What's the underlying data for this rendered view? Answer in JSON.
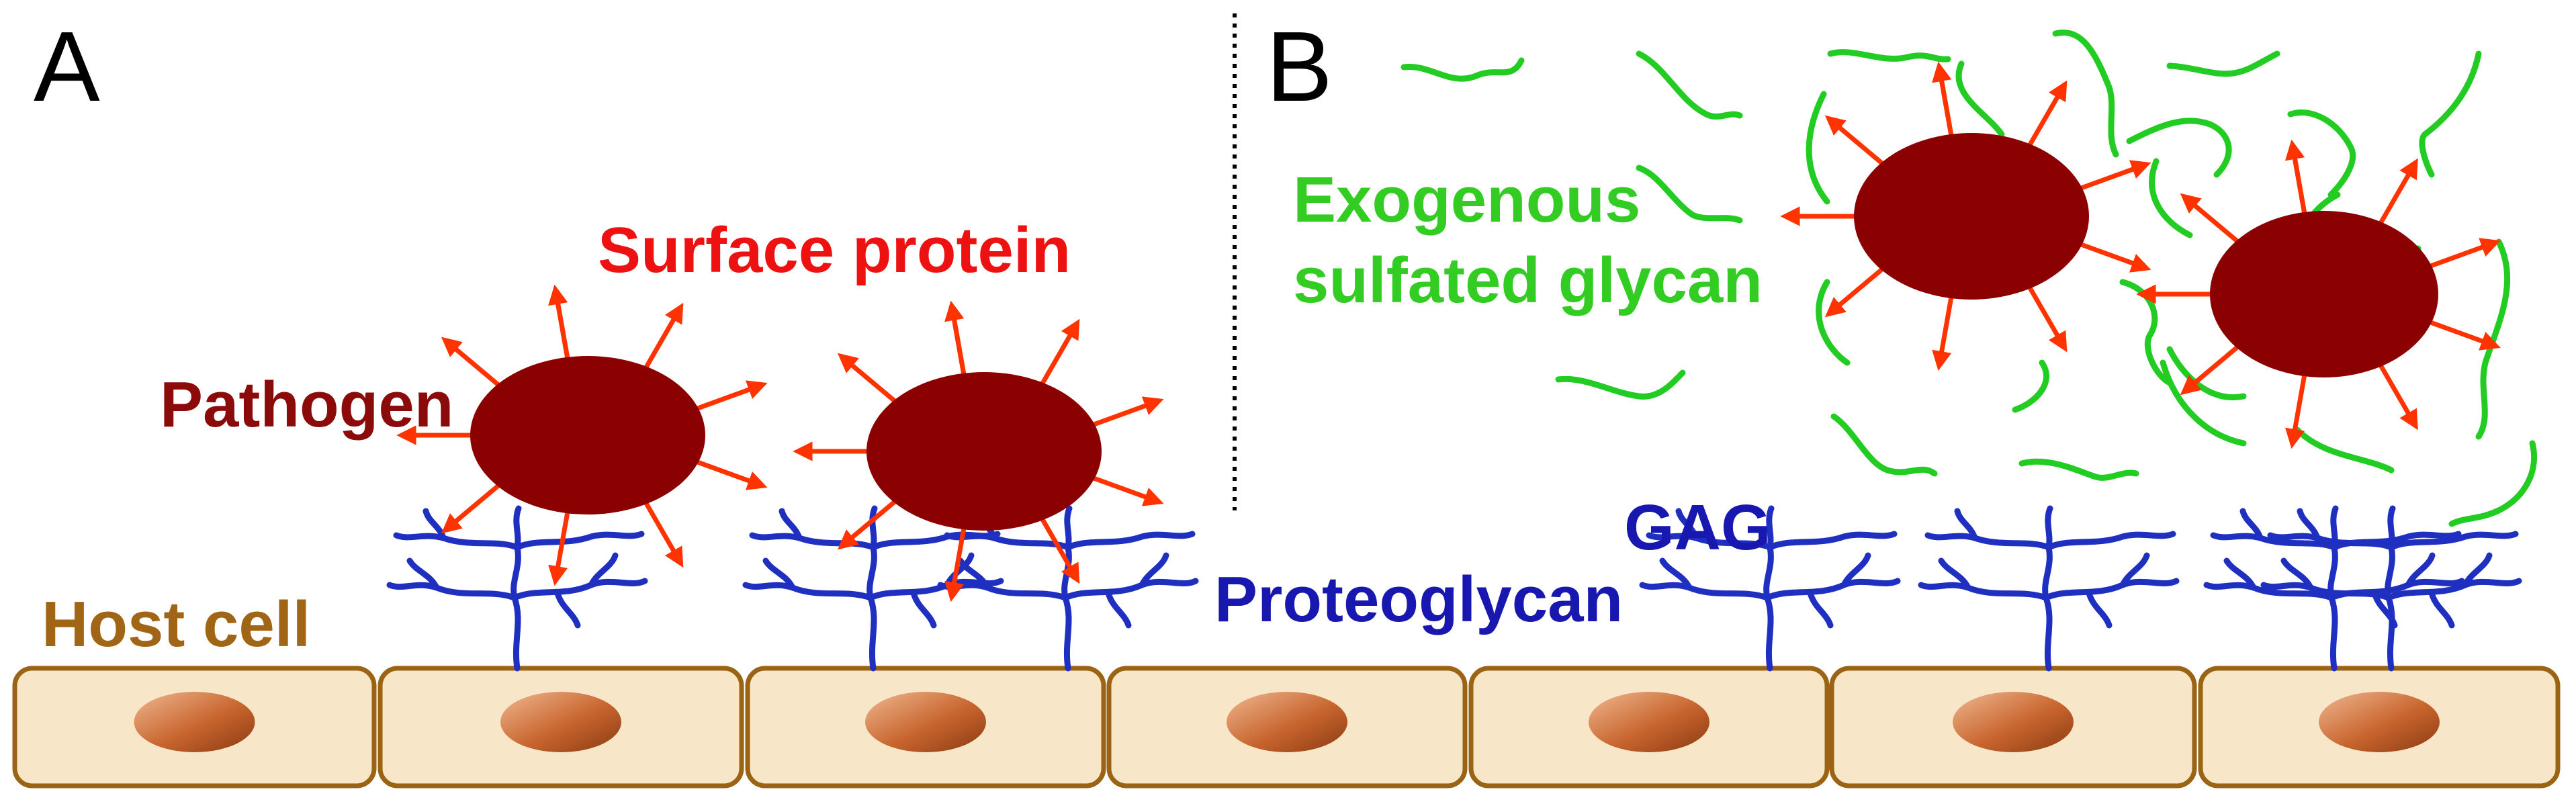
{
  "panels": {
    "a": {
      "letter": "A"
    },
    "b": {
      "letter": "B"
    }
  },
  "labels": {
    "surface_protein": "Surface protein",
    "pathogen": "Pathogen",
    "host_cell": "Host cell",
    "proteoglycan": "Proteoglycan",
    "gag": "GAG",
    "exogenous_line1": "Exogenous",
    "exogenous_line2": "sulfated glycan"
  },
  "colors": {
    "pathogen": "#8b0000",
    "surface_protein": "#ff3300",
    "surface_protein_text": "#ee1111",
    "pathogen_text": "#8b0a0a",
    "host_cell_fill": "#f7e6c8",
    "host_cell_stroke": "#9a6414",
    "host_cell_text": "#a06616",
    "nucleus": "#c8652e",
    "proteoglycan": "#1f2fc0",
    "proteoglycan_text": "#1818b0",
    "glycan": "#22cc22",
    "glycan_text": "#33cc22",
    "divider": "#000000"
  },
  "counts": {
    "host_cells": 7,
    "pathogens_panel_a": 2,
    "pathogens_panel_b": 2,
    "proteoglycans": 7
  }
}
